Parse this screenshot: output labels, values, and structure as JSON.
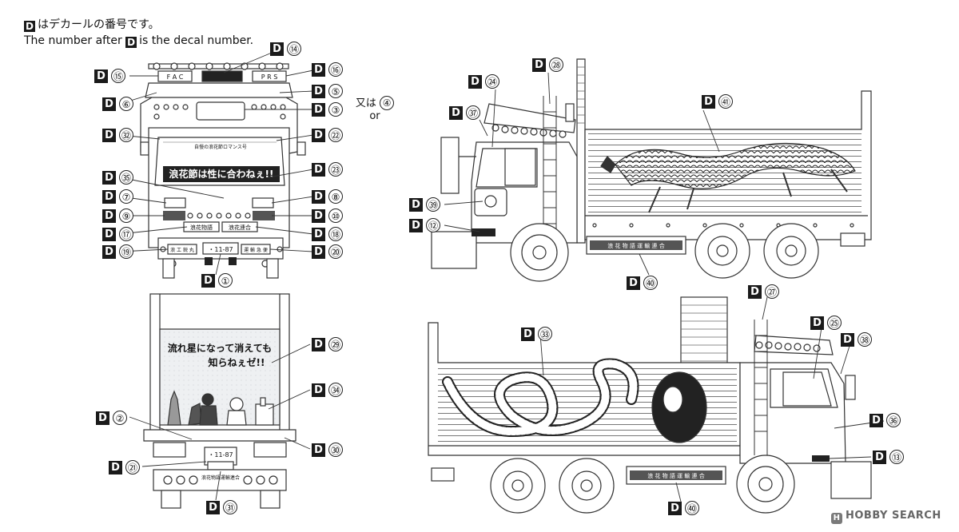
{
  "header": {
    "line1_jp": "はデカールの番号です。",
    "line2_pre": "The number after",
    "line2_post": "is the decal number.",
    "d_letter": "D"
  },
  "alt_note": {
    "word_jp": "又は",
    "number": "④",
    "word_en": "or"
  },
  "labels": [
    {
      "id": "d14",
      "num": "⑭"
    },
    {
      "id": "d15",
      "num": "⑮"
    },
    {
      "id": "d16",
      "num": "⑯"
    },
    {
      "id": "d5",
      "num": "⑤"
    },
    {
      "id": "d6",
      "num": "⑥"
    },
    {
      "id": "d3",
      "num": "③"
    },
    {
      "id": "d32",
      "num": "㉜"
    },
    {
      "id": "d22",
      "num": "㉒"
    },
    {
      "id": "d23",
      "num": "㉓"
    },
    {
      "id": "d35",
      "num": "㉟"
    },
    {
      "id": "d7",
      "num": "⑦"
    },
    {
      "id": "d8",
      "num": "⑧"
    },
    {
      "id": "d9",
      "num": "⑨"
    },
    {
      "id": "d10",
      "num": "⑩"
    },
    {
      "id": "d17",
      "num": "⑰"
    },
    {
      "id": "d18",
      "num": "⑱"
    },
    {
      "id": "d19",
      "num": "⑲"
    },
    {
      "id": "d20",
      "num": "⑳"
    },
    {
      "id": "d1",
      "num": "①"
    },
    {
      "id": "d28",
      "num": "㉘"
    },
    {
      "id": "d24",
      "num": "㉔"
    },
    {
      "id": "d37",
      "num": "㊲"
    },
    {
      "id": "d41",
      "num": "㊶"
    },
    {
      "id": "d39",
      "num": "㊴"
    },
    {
      "id": "d12",
      "num": "⑫"
    },
    {
      "id": "d40a",
      "num": "㊵"
    },
    {
      "id": "d29",
      "num": "㉙"
    },
    {
      "id": "d34",
      "num": "㉞"
    },
    {
      "id": "d2",
      "num": "②"
    },
    {
      "id": "d30",
      "num": "㉚"
    },
    {
      "id": "d21",
      "num": "㉑"
    },
    {
      "id": "d31",
      "num": "㉛"
    },
    {
      "id": "d27",
      "num": "㉗"
    },
    {
      "id": "d33",
      "num": "㉝"
    },
    {
      "id": "d25",
      "num": "㉕"
    },
    {
      "id": "d38",
      "num": "㊳"
    },
    {
      "id": "d36",
      "num": "㊱"
    },
    {
      "id": "d13",
      "num": "⑬"
    },
    {
      "id": "d40b",
      "num": "㊵"
    }
  ],
  "decal_text": {
    "front_left_lamp": "F A C",
    "front_right_lamp": "P R S",
    "windshield_banner": "浪花節は性に合わねぇ!!",
    "windshield_top": "自慢の浪花節ロマンス号",
    "front_plate": "・11-87",
    "bumper_left": "浪 工 鋭 丸",
    "bumper_right": "運 輸 急 便",
    "grille_left": "浪花物語",
    "grille_right": "浪花連合",
    "rear_slogan_1": "流れ星になって消えても",
    "rear_slogan_2": "知らねぇゼ!!",
    "rear_plate": "・11-87",
    "rear_bumper": "浪花物語運輸連合",
    "side_panel": "浪 花 物 語 運 輸 連 合"
  },
  "watermark": {
    "brand": "HOBBY SEARCH",
    "mark": "H"
  },
  "colors": {
    "ink": "#1a1a1a",
    "paper": "#ffffff",
    "line": "#333333"
  }
}
